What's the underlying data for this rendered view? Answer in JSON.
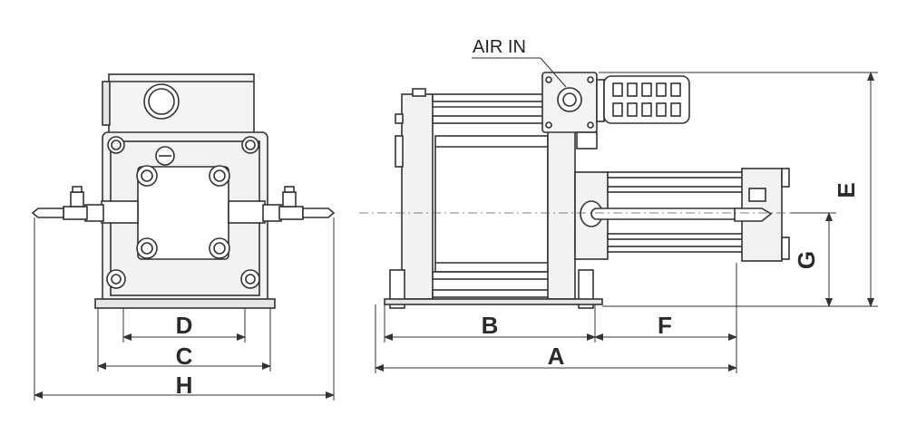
{
  "callout": {
    "air_in": "AIR IN"
  },
  "dimensions": {
    "a": "A",
    "b": "B",
    "c": "C",
    "d": "D",
    "e": "E",
    "f": "F",
    "g": "G",
    "h": "H"
  },
  "colors": {
    "line": "#333333",
    "fill_light": "#f2f2f2",
    "fill_mid": "#e6e6e6",
    "background": "#ffffff"
  }
}
